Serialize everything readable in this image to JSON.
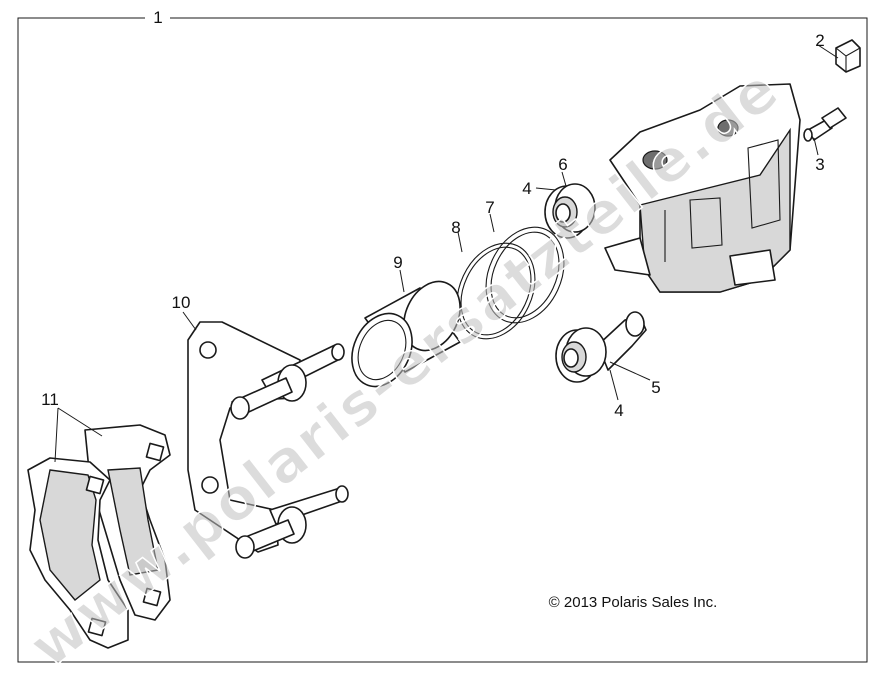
{
  "callouts": {
    "c1": "1",
    "c2": "2",
    "c3": "3",
    "c4a": "4",
    "c4b": "4",
    "c5": "5",
    "c6": "6",
    "c7": "7",
    "c8": "8",
    "c9": "9",
    "c10": "10",
    "c11": "11"
  },
  "copyright": "© 2013 Polaris Sales Inc.",
  "watermark": "www.polaris-ersatzteile.de"
}
